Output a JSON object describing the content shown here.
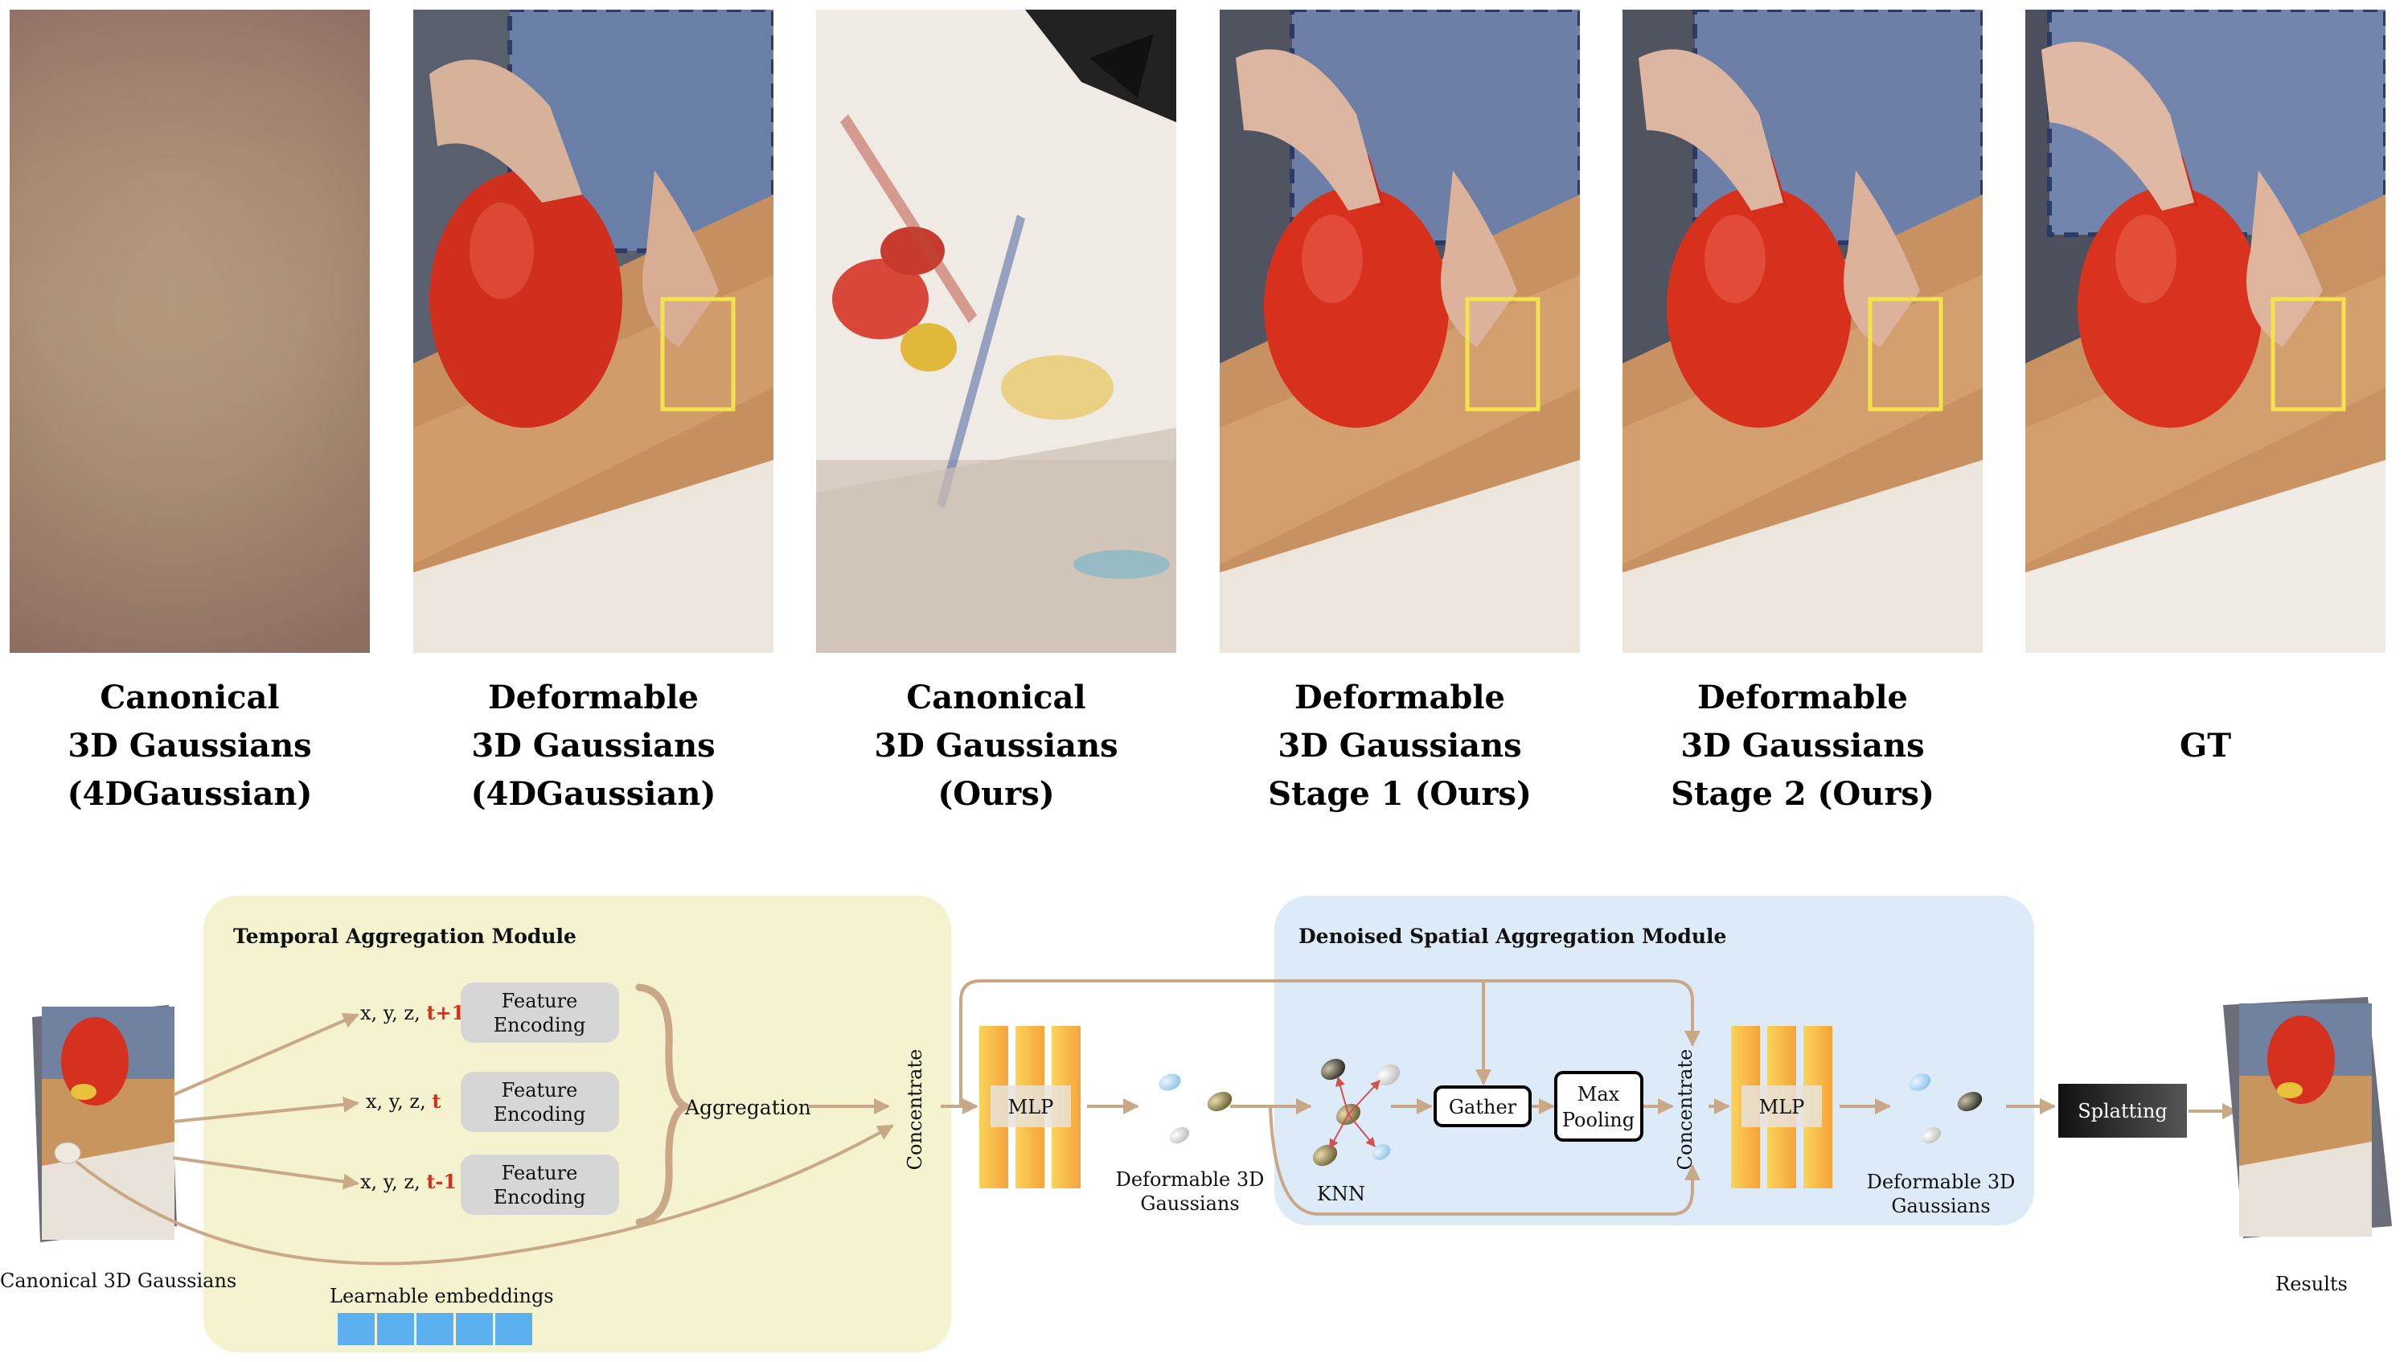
{
  "panels": [
    {
      "id": "p1",
      "lines": [
        "Canonical",
        "3D Gaussians",
        "(4DGaussian)"
      ]
    },
    {
      "id": "p2",
      "lines": [
        "Deformable",
        "3D Gaussians",
        "(4DGaussian)"
      ]
    },
    {
      "id": "p3",
      "lines": [
        "Canonical",
        "3D Gaussians",
        "(Ours)"
      ]
    },
    {
      "id": "p4",
      "lines": [
        "Deformable",
        "3D Gaussians",
        "Stage 1 (Ours)"
      ]
    },
    {
      "id": "p5",
      "lines": [
        "Deformable",
        "3D Gaussians",
        "Stage 2 (Ours)"
      ]
    },
    {
      "id": "p6",
      "lines": [
        "GT"
      ]
    }
  ],
  "diagram": {
    "temporal_title": "Temporal Aggregation Module",
    "spatial_title": "Denoised Spatial Aggregation Module",
    "inputs": [
      {
        "prefix": "x, y, z, ",
        "suffix": "t+1"
      },
      {
        "prefix": "x, y, z, ",
        "suffix": "t"
      },
      {
        "prefix": "x, y, z, ",
        "suffix": "t-1"
      }
    ],
    "feature_encoding": [
      "Feature",
      "Encoding"
    ],
    "aggregation": "Aggregation",
    "concentrate": "Concentrate",
    "mlp": "MLP",
    "deformable_label": [
      "Deformable 3D",
      "Gaussians"
    ],
    "knn": "KNN",
    "gather": "Gather",
    "max_pooling": [
      "Max",
      "Pooling"
    ],
    "splatting": "Splatting",
    "canonical_label": "Canonical 3D Gaussians",
    "learnable_embeddings": "Learnable embeddings",
    "results": "Results"
  },
  "colors": {
    "temporal_bg": "#f4f2cf",
    "spatial_bg": "#ddebf9",
    "arrow": "#c9a888",
    "time_red": "#d2321e",
    "embedding_blue": "#5cb0ef",
    "highlight_box": "#f3e24a"
  }
}
